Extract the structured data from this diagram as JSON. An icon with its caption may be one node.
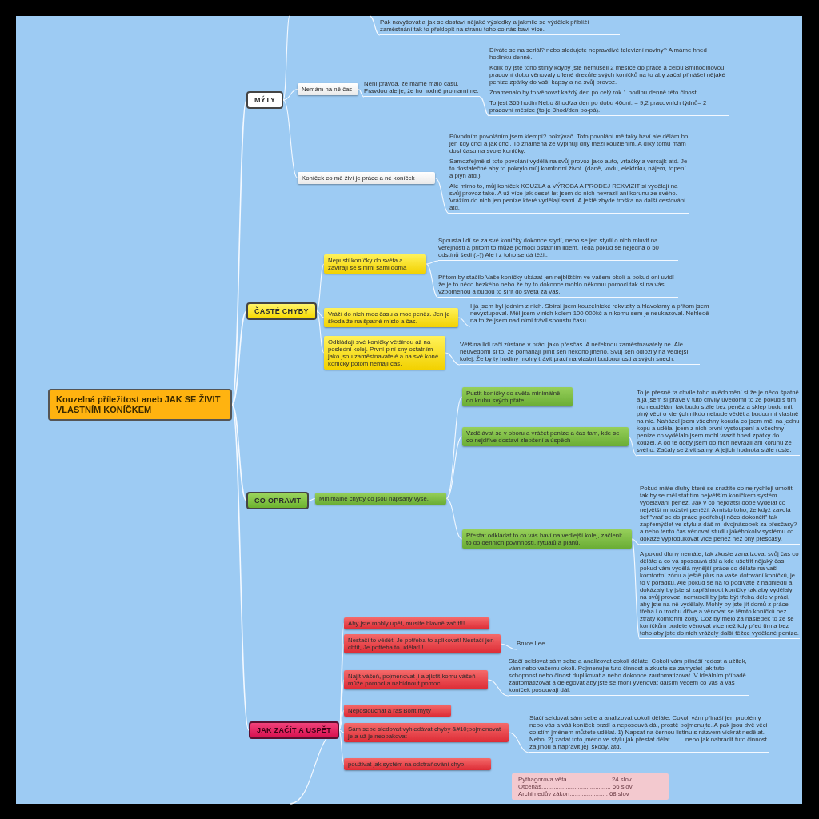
{
  "diagram": {
    "nodes": [
      {
        "text": [
          "Kouzelná příležitost aneb JAK SE ŽIVIT VLASTNÍM KONÍČKEM"
        ]
      },
      {
        "text": [
          "MÝTY"
        ]
      },
      {
        "text": [
          "Pak navyšovat a jak se dostaví nějaké výsledky a jakmile se výdělek přiblíží zaměstnání tak to překlopit na stranu toho co nás baví více."
        ]
      },
      {
        "text": [
          "Nemám na ně čas"
        ]
      },
      {
        "text": [
          "Není pravda, že máme málo času, Pravdou ale je, že ho hodně promarníme."
        ]
      },
      {
        "text": [
          "Díváte se na seriál? nebo sledujete nepravdivé televizní noviny? A máme hned hodinku denně.",
          "Kolik by jste toho stihly kdyby jste nemuseli 2 měsíce do práce a celou 8mihodinovou pracovní dobu věnovaly cílené drezůře svých koníčků na to aby začal přinášet nějaké peníze zpátky do vaší kapsy a na svůj provoz.",
          "Znamenalo by to věnovat každý den po celý rok 1 hodinu denně této činosti.",
          "To jest 365 hodin Nebo 8hod/za den po dobu 46dní. = 9,2 pracovních týdnů= 2 pracovní měsíce (to je 8hod/den po-pá)."
        ]
      },
      {
        "text": [
          "Koníček co mě živí je práce a né koníček"
        ]
      },
      {
        "text": [
          "Původním povoláním jsem klempí? pokrývač. Toto povolání mě taky baví ale dělám ho jen kdy chci a jak chci. To znamená že vyplňuji dny mezi kouzlením. A díky tomu mám dost času na svoje koníčky.",
          "Samozřejmě si toto povolání vydělá na svůj provoz jako auto, vrtačky a vercajk atd. Je to dostatečné aby to pokrylo můj komfortní život. (daně, vodu, elektriku, nájem, topení a plyn atd.)",
          "Ale mimo to, můj koníček KOUZLA a VÝROBA A PRODEJ REKVIZIT si vydělají na svůj provoz také. A už více jak deset let jsem do nich nevrazil ani korunu ze svého. Vrážím do nich jen peníze které vydělají sami. A ještě zbyde troška na další cestování atd."
        ]
      },
      {
        "text": [
          "ČASTÉ CHYBY"
        ]
      },
      {
        "text": [
          "Nepustí koníčky do světa a zavírají se s nimi sami doma"
        ]
      },
      {
        "text": [
          "Spousta lidí se za své koníčky dokonce stydí, nebo se jen stydí o nich mluvit na veřejnosti a přitom to může pomoci ostatním lidem. Teda pokud se nejedná o 50 odstínů šedi (:-)) Ale i z toho se dá těžit."
        ]
      },
      {
        "text": [
          "Přitom by stačilo Vaše koníčky ukázat jen nejbližším ve vašem okolí a pokud oni uvidí že je to něco hezkého nebo že by to dokonce mohlo někomu pomoci tak si na vás vzpomenou a budou to šířit do světa za vás."
        ]
      },
      {
        "text": [
          "Vráží do nich moc času a moc peněz. Jen je škoda že na špatné místo a čas."
        ]
      },
      {
        "text": [
          "I já jsem byl jedním z nich. Sbíral jsem kouzelnické rekvizity a hlavolamy a přitom jsem nevystupoval. Měl jsem v nich kolem 100 000kč a nikomu sem je neukazoval. Nehledě na to že jsem nad nimi trávil spoustu času."
        ]
      },
      {
        "text": [
          "Odkládají své koníčky většinou až na poslední kolej. První plní sny ostatním jako jsou zaměstnavatelé a na své koné koníčky potom nemají čas."
        ]
      },
      {
        "text": [
          "Většina lidí rači zůstane v práci jako přesčas. A neřeknou zaměstnavately ne. Ale neuvědomí si to, že pomáhají plnit sen někoho jiného. Svuj sen odložily na vedlejší kolej. Že by ty hodiny mohly trávit prací na vlastní budoucnosti a svých snech."
        ]
      },
      {
        "text": [
          "CO OPRAVIT"
        ]
      },
      {
        "text": [
          "Minimálně chyby co jsou napsány výše."
        ]
      },
      {
        "text": [
          "Pustit koníčky do světa minimálně do kruhu svých přátel"
        ]
      },
      {
        "text": [
          "Vzdělávat se v oboru a vrážet peníze a čas tam, kde se co nejdříve dostaví zlepšení a úspěch"
        ]
      },
      {
        "text": [
          "To je přesně ta chvíle toho uvědomění si že je něco špatně a já jsem si právě v tuto chvíly uvědomil to že pokud s tím nic neudělám tak budu stále bez peněz a sklep budu mít plný věcí o kterých nikdo nebude vědět a budou mi vlastně na nic. Naházel jsem všechny kouzla co jsem měl na jednu kopu a udělal jsem z nich první vystoupení a všechny peníze co vydělalo jsem mohl vrazit hned zpátky do kouzel. A od té doby jsem do nich nevrazil ani korunu ze svého. Začaly se živit samy. A jejich hodnota stále roste."
        ]
      },
      {
        "text": [
          "Přestat odkládat to co vás baví na vedlejší kolej, začlenit to do denních povinností, rytuálů a plánů."
        ]
      },
      {
        "text": [
          "Pokud máte dluhy které se snažíte co nejrychleji umořit tak by se měl stát tím největším koníčkem systém vydělávání peněz. Jak v co nejkratší době vydělat co největší množství peněží. A místo toho, že když zavolá šéf \"vrať se do práce podřebuji něco dokončit\" tak zapřemýšlet ve stylu a dáš mi dvojnásobek za přesčasy? a nebo tento čas věnovat studiu jakéhokoliv systému co dokáže vyprodukovat více peněz než ony přesčasy."
        ]
      },
      {
        "text": [
          "A pokud dluhy nemáte, tak zkuste zanalizovat svůj čas co děláte a co vá sposouvá dál a kde ušetřit nějaký čas. pokud vám vydělá nynější práce co děláte na vaši komfortní zónu a ještě plus na vaše dotování koníčků, je to v pořádku. Ale pokud se na to podíváte z nadhledu a dokázaly by jste si zapřáhnout koníčky tak aby vydělaly na svůj provoz, nemuseli by jste být třeba déle v práci, aby jste na ně vydělaly. Mohly by jste jít domů z práce třeba i o trochu dříve a věnovat se těmto koníčků bez ztráty komfortní zóny. Což by mělo za následek to že se koníčkům budete věnovat více než kdy před tím a bez toho aby jste do nich vrážely další těžce vydělané peníze."
        ]
      },
      {
        "text": [
          "JAK ZAČÍT A USPĚT"
        ]
      },
      {
        "text": [
          "Aby jste mohly upět, musíte hlavně začít!!!"
        ]
      },
      {
        "text": [
          "Nestačí to vědět, Je potřeba to aplikovat! Nestačí jen chtít, Je potřeba to udělat!!!"
        ]
      },
      {
        "text": [
          "Bruce Lee"
        ]
      },
      {
        "text": [
          "Najít vášeň, pojmenovat ji a zjistit komu vášeň může pomoci a nabídnout pomoc"
        ]
      },
      {
        "text": [
          "Stačí seldovat sám sebe a analizovat cokoli děláte. Cokoli vám přináší redost a užitek, vám nebo vašemu okolí. Pojmenujte tuto činnost a zkuste se zamyslet jak tuto schopnost nebo činost duplikovat a nebo dokonce zautomatizovat. V ideálním případě zautomatizovat a delegovat aby jste se mohl yvěnovat dalším věcem co vás a váš koníček posouvají dál."
        ]
      },
      {
        "text": [
          "Neposlouchat a raš Bořit mýty"
        ]
      },
      {
        "text": [
          "Sám sebe sledovat vyhledávat chyby &#10;pojmenovat je a už je neopakovat"
        ]
      },
      {
        "text": [
          "Stačí seldovat sám sebe a analizovat cokoli děláte. Cokoli vám přináší jen problémy nebo vás a váš koníček brzdí a neposouvá dál, prostě pojmenujte. A pak jsou dvě věci co stím jménem můžete udělat. 1) Napsat na černou listinu s názvem víckrát nedělat. Nebo. 2) zadat toto jméno ve stylu jak přestat dělat ....... nebo jak nahradit tuto činnost za jinou a napravit její škody. atd."
        ]
      },
      {
        "text": [
          "používat jak systém na odstraňování chyb."
        ]
      },
      {
        "text": [
          "Pythagorova věta ........................ 24 slov",
          "Otčenáš........................................ 66 slov",
          "Archimedův zákon...................... 68 slov"
        ]
      }
    ],
    "edges": [
      {
        "from": 0,
        "to": 1,
        "arrow": "none"
      },
      {
        "from": 0,
        "to": 8,
        "arrow": "none"
      },
      {
        "from": 0,
        "to": 16,
        "arrow": "none"
      },
      {
        "from": 0,
        "to": 24,
        "arrow": "none"
      },
      {
        "from": 1,
        "to": null,
        "arrow": "none"
      },
      {
        "from": null,
        "to": 2,
        "arrow": "none"
      },
      {
        "from": 1,
        "to": 3,
        "arrow": "none"
      },
      {
        "from": 3,
        "to": 4,
        "arrow": "none"
      },
      {
        "from": 4,
        "to": 5,
        "arrow": "none"
      },
      {
        "from": 1,
        "to": 6,
        "arrow": "none"
      },
      {
        "from": 6,
        "to": 7,
        "arrow": "none"
      },
      {
        "from": 8,
        "to": 9,
        "arrow": "none"
      },
      {
        "from": 9,
        "to": 10,
        "arrow": "none"
      },
      {
        "from": 9,
        "to": 11,
        "arrow": "none"
      },
      {
        "from": 8,
        "to": 12,
        "arrow": "none"
      },
      {
        "from": 12,
        "to": 13,
        "arrow": "none"
      },
      {
        "from": 8,
        "to": 14,
        "arrow": "none"
      },
      {
        "from": 14,
        "to": 15,
        "arrow": "none"
      },
      {
        "from": 16,
        "to": 17,
        "arrow": "none"
      },
      {
        "from": 17,
        "to": 18,
        "arrow": "none"
      },
      {
        "from": 17,
        "to": 19,
        "arrow": "none"
      },
      {
        "from": 19,
        "to": 20,
        "arrow": "none"
      },
      {
        "from": 17,
        "to": 21,
        "arrow": "none"
      },
      {
        "from": 21,
        "to": 22,
        "arrow": "none"
      },
      {
        "from": 21,
        "to": 23,
        "arrow": "none"
      },
      {
        "from": 24,
        "to": 25,
        "arrow": "none"
      },
      {
        "from": 24,
        "to": 26,
        "arrow": "none"
      },
      {
        "from": 26,
        "to": 27,
        "arrow": "none"
      },
      {
        "from": 24,
        "to": 28,
        "arrow": "none"
      },
      {
        "from": 28,
        "to": 29,
        "arrow": "none"
      },
      {
        "from": 24,
        "to": 30,
        "arrow": "none"
      },
      {
        "from": 24,
        "to": 31,
        "arrow": "none"
      },
      {
        "from": 31,
        "to": 32,
        "arrow": "none"
      },
      {
        "from": 24,
        "to": 33,
        "arrow": "none"
      },
      {
        "from": 24,
        "to": null,
        "arrow": "none"
      }
    ]
  }
}
